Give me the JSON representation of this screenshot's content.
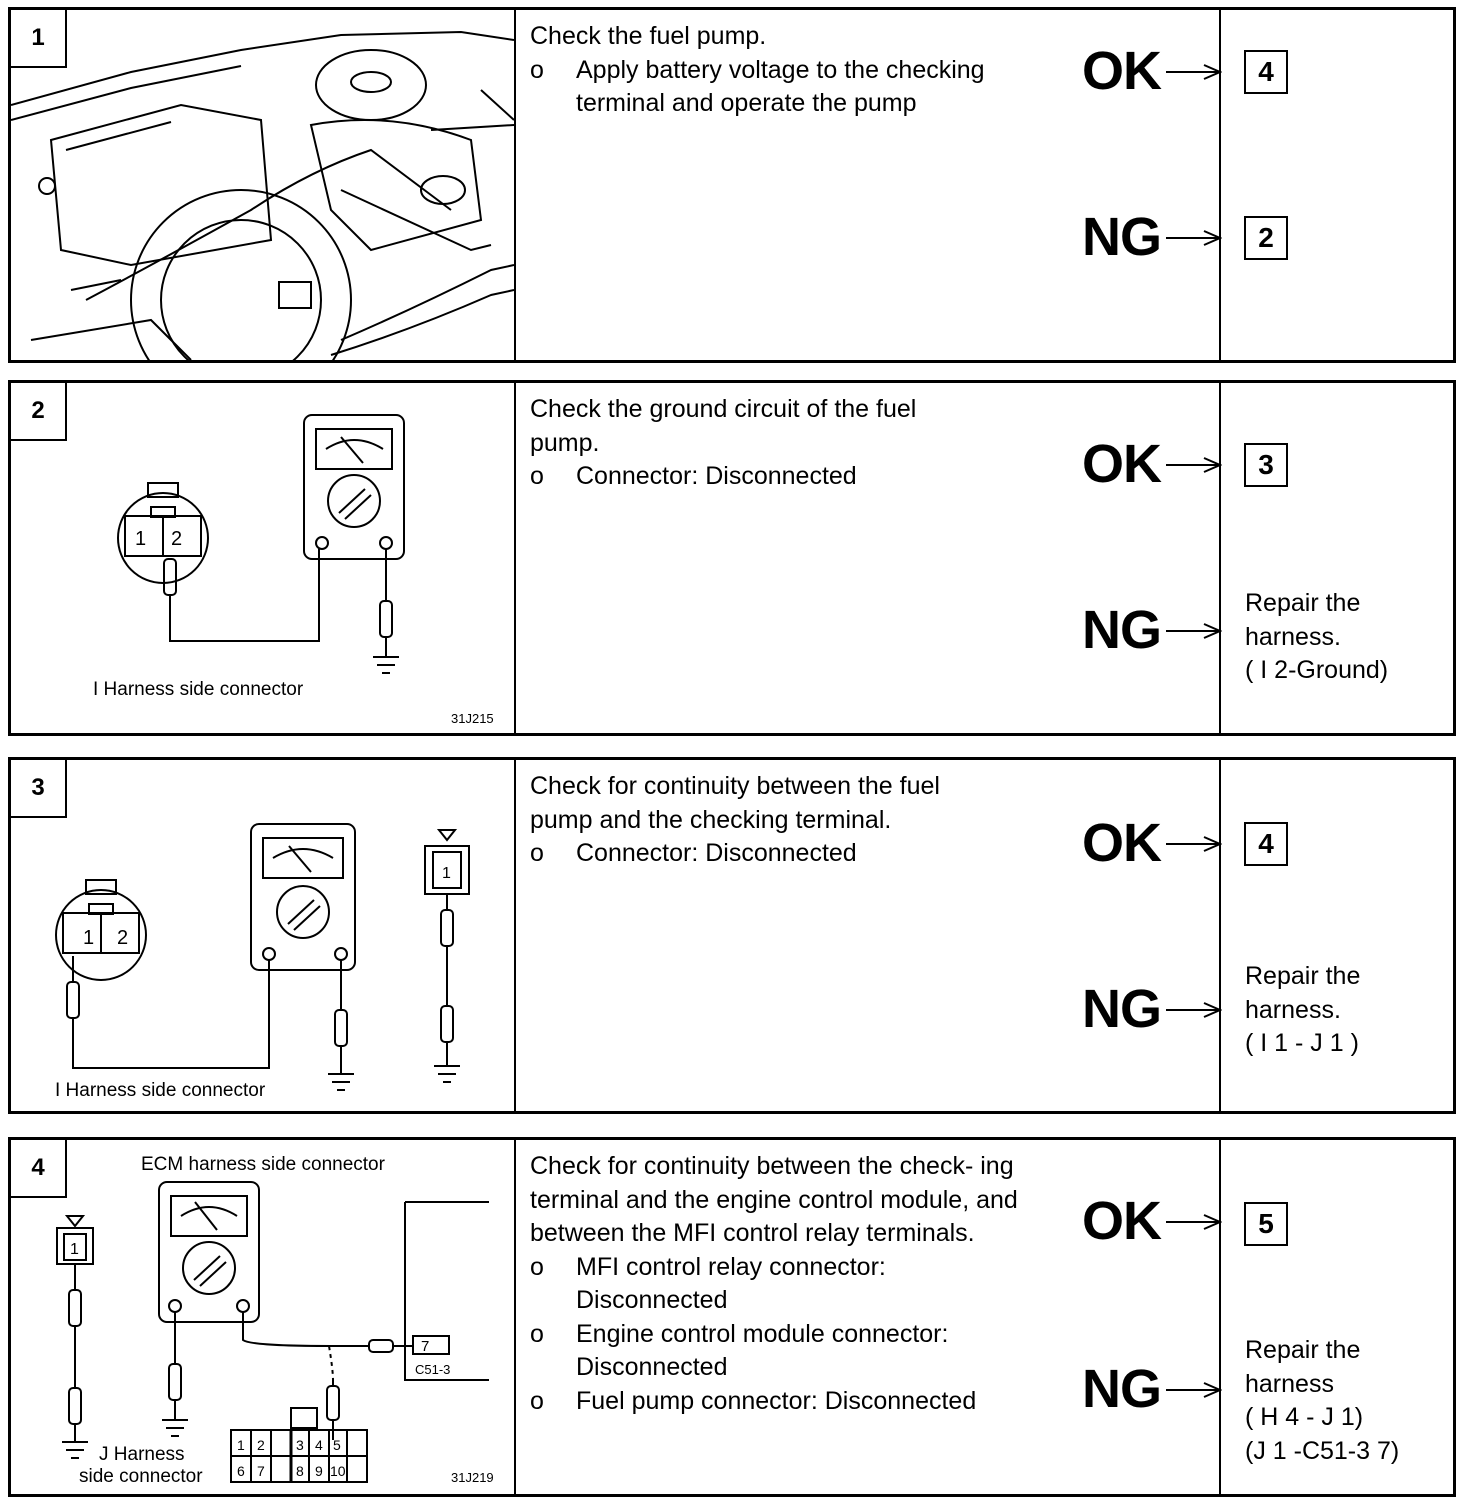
{
  "steps": [
    {
      "number": "1",
      "instruction": "Check the fuel pump.",
      "bullets": [
        "Apply battery voltage to the checking terminal and operate the pump"
      ],
      "bullet_marker": "o",
      "ok_label": "OK",
      "ng_label": "NG",
      "ok_target": "4",
      "ng_target": "2"
    },
    {
      "number": "2",
      "instruction": "Check the ground circuit of the fuel pump.",
      "bullets": [
        "Connector: Disconnected"
      ],
      "bullet_marker": "o",
      "ok_label": "OK",
      "ng_label": "NG",
      "ok_target": "3",
      "ng_result": [
        "Repair the",
        "harness.",
        "( I 2-Ground)"
      ],
      "figure_labels": {
        "pin1": "1",
        "pin2": "2",
        "caption": "I Harness side connector",
        "fig_id": "31J215"
      }
    },
    {
      "number": "3",
      "instruction": "Check for continuity between the fuel pump and the checking terminal.",
      "bullets": [
        "Connector: Disconnected"
      ],
      "bullet_marker": "o",
      "ok_label": "OK",
      "ng_label": "NG",
      "ok_target": "4",
      "ng_result": [
        "Repair the",
        "harness.",
        "( I 1 - J 1 )"
      ],
      "figure_labels": {
        "pin1": "1",
        "pin2": "2",
        "term": "1",
        "caption": "I Harness side connector"
      }
    },
    {
      "number": "4",
      "instruction": "Check for continuity between the check- ing terminal and the engine control module, and between the MFI control relay terminals.",
      "bullets": [
        "MFI control relay connector: Disconnected",
        "Engine control module connector: Disconnected",
        "Fuel pump connector: Disconnected"
      ],
      "bullet_marker": "o",
      "ok_label": "OK",
      "ng_label": "NG",
      "ok_target": "5",
      "ng_result": [
        "Repair the",
        "harness",
        "( H 4 - J 1)",
        "(J 1 -C51-3 7)"
      ],
      "figure_labels": {
        "ecm_caption": "ECM harness side connector",
        "term": "1",
        "relay_pin": "7",
        "relay_id": "C51-3",
        "j_caption_1": "J Harness",
        "j_caption_2": "side connector",
        "connector_pins": [
          "1",
          "2",
          "3",
          "4",
          "5",
          "6",
          "7",
          "8",
          "9",
          "10"
        ],
        "fig_id": "31J219"
      }
    }
  ]
}
